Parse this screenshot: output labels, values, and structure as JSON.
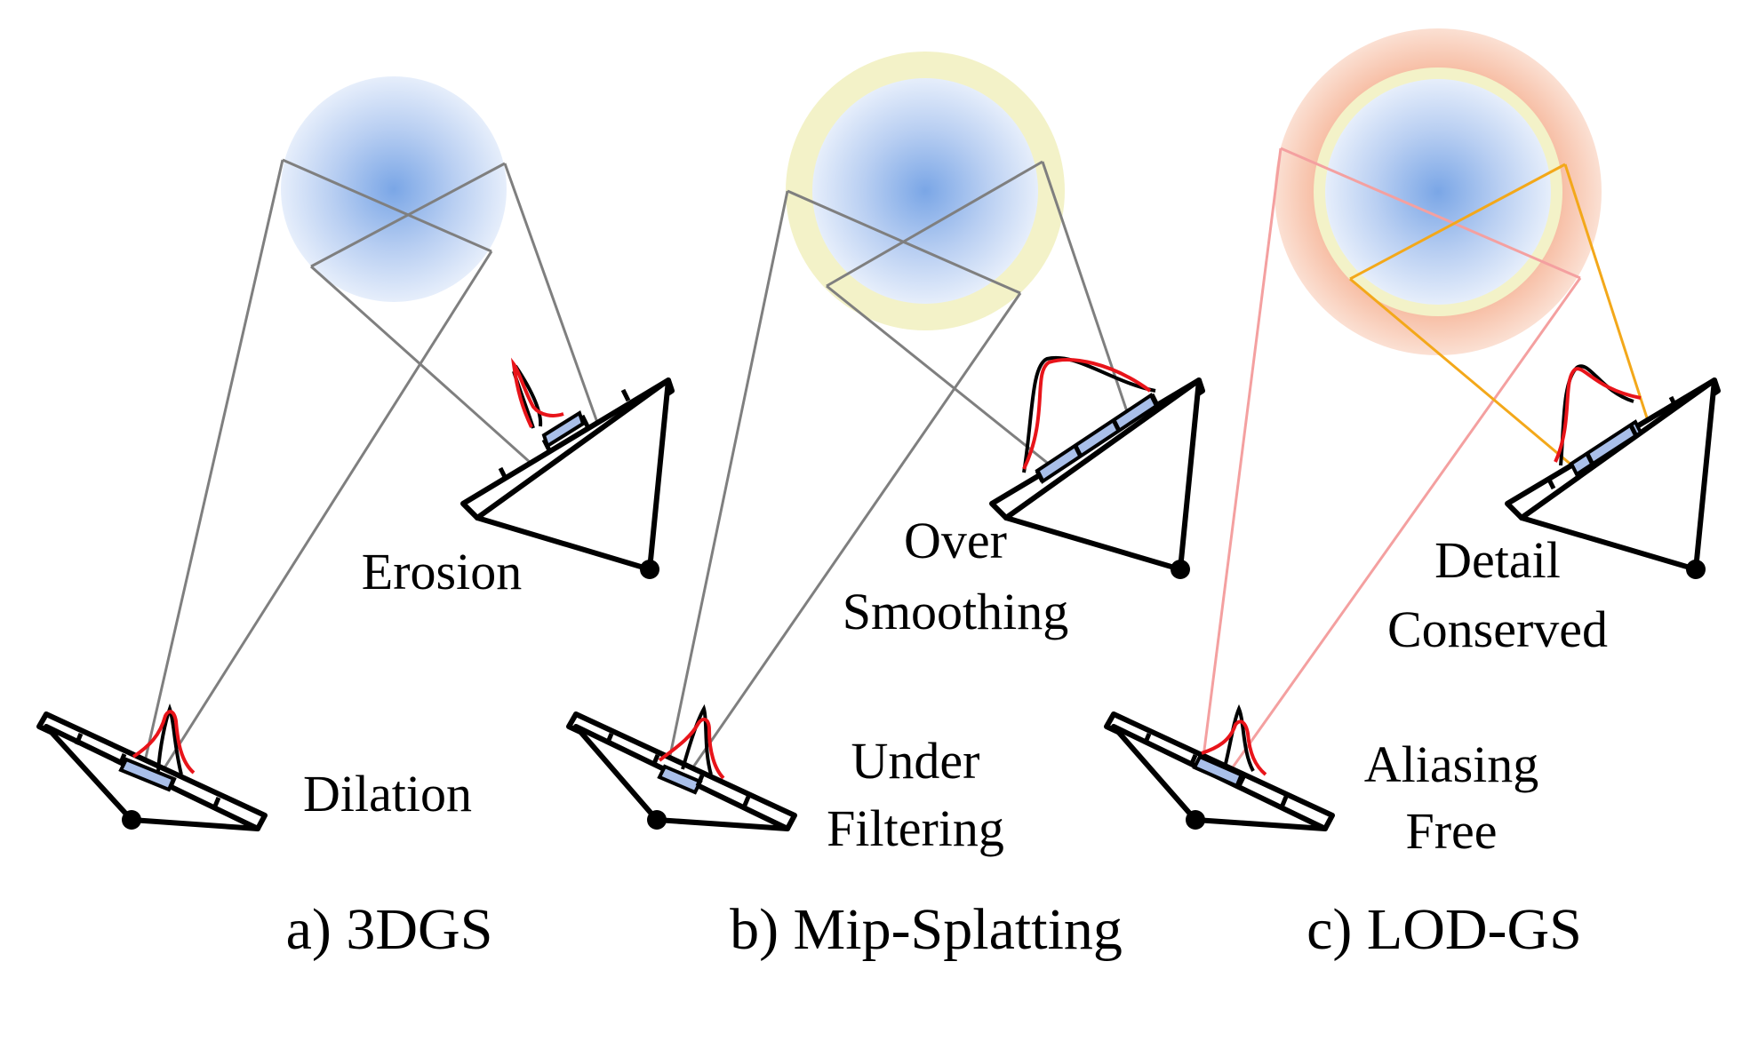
{
  "colors": {
    "gaussian_center": "#7aa6e6",
    "gaussian_edge": "#e3ecfa",
    "mip_filter_halo": "#f3f2c8",
    "lod_outer_halo": "#f4a98a",
    "ray_gray": "#7f7f7f",
    "ray_pink": "#f4a0a0",
    "ray_orange": "#f3a81a",
    "profile_red": "#e8141a",
    "pixel_blue": "#a9bfe9"
  },
  "panels": [
    {
      "id": "3dgs",
      "caption": "a) 3DGS",
      "near_camera_label": [
        "Dilation"
      ],
      "far_camera_label": [
        "Erosion"
      ]
    },
    {
      "id": "mip-splatting",
      "caption": "b) Mip-Splatting",
      "near_camera_label": [
        "Under",
        "Filtering"
      ],
      "far_camera_label": [
        "Over",
        "Smoothing"
      ]
    },
    {
      "id": "lod-gs",
      "caption": "c) LOD-GS",
      "near_camera_label": [
        "Aliasing",
        "Free"
      ],
      "far_camera_label": [
        "Detail",
        "Conserved"
      ]
    }
  ]
}
